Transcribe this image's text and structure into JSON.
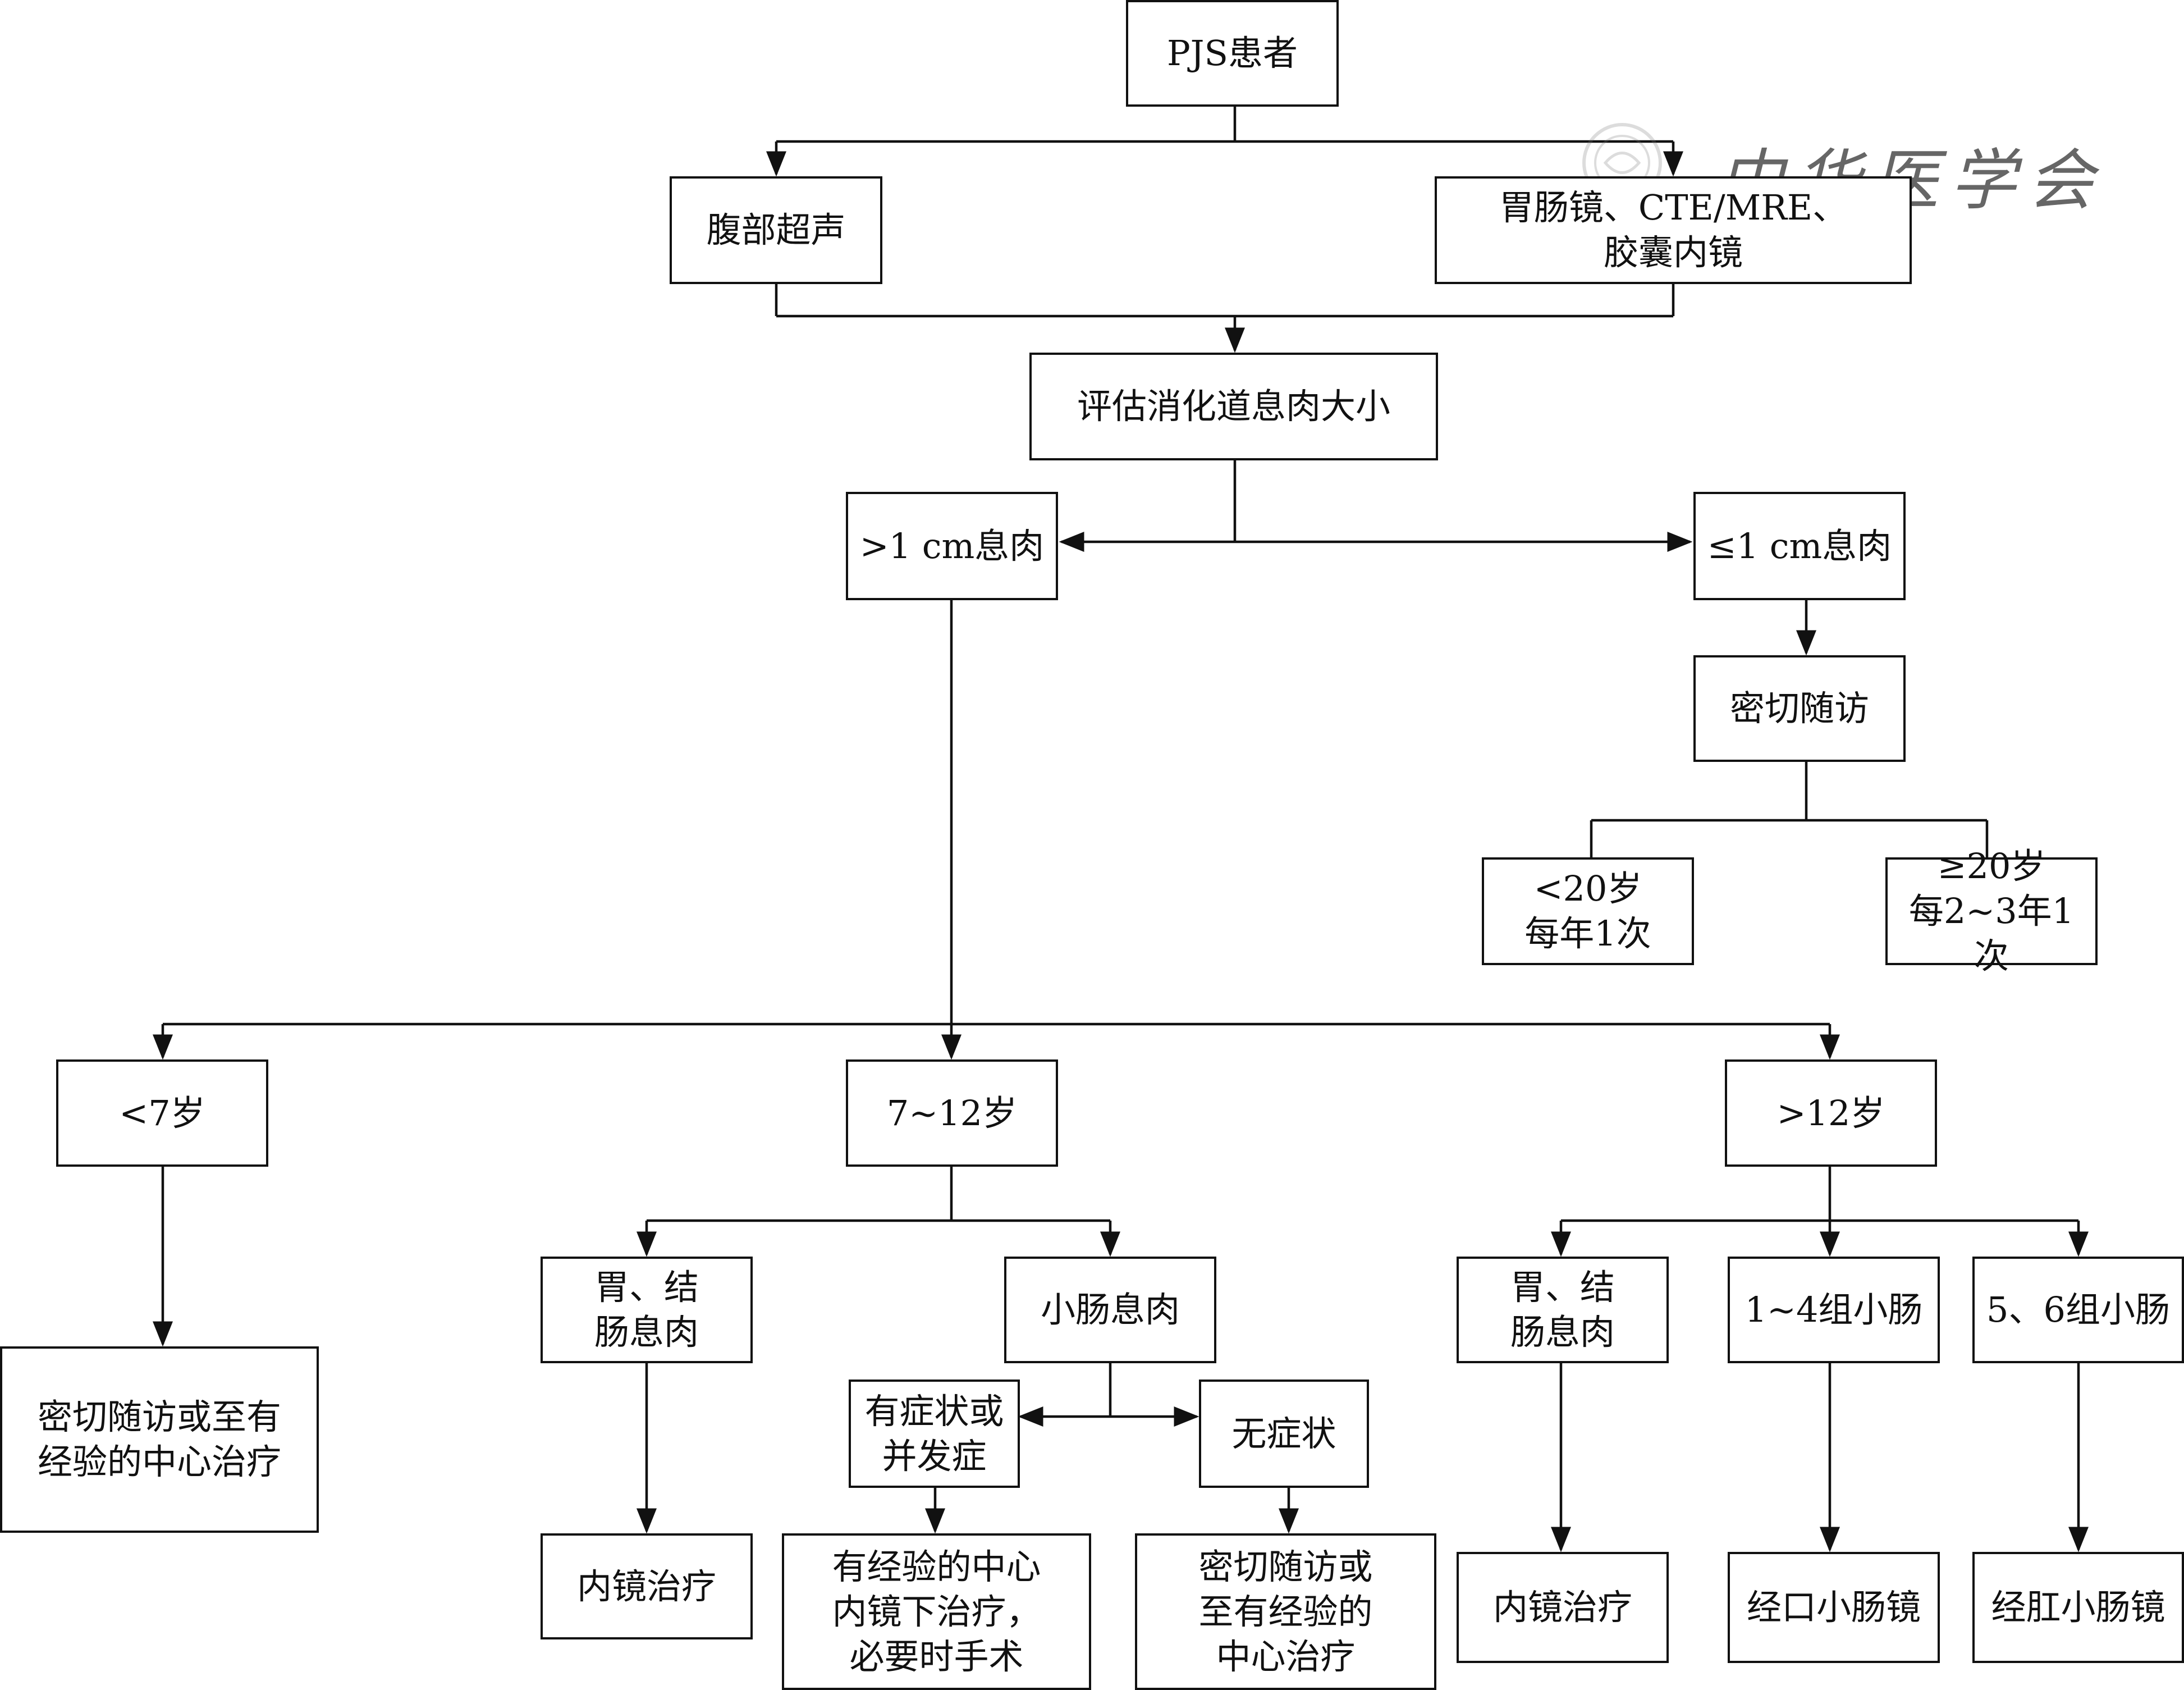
{
  "nodes": {
    "pjs_patient": "PJS患者",
    "abdominal_ultrasound": "腹部超声",
    "endoscopy_line1": "胃肠镜、CTE/MRE、",
    "endoscopy_line2": "胶囊内镜",
    "assess_size": "评估消化道息肉大小",
    "polyp_gt1": ">1 cm息肉",
    "polyp_le1": "≤1 cm息肉",
    "close_followup": "密切随访",
    "lt20_line1": "<20岁",
    "lt20_line2": "每年1次",
    "ge20_line1": "≥20岁",
    "ge20_line2": "每2~3年1次",
    "age_lt7": "<7岁",
    "age_7_12": "7~12岁",
    "age_gt12": ">12岁",
    "lt7_action_line1": "密切随访或至有",
    "lt7_action_line2": "经验的中心治疗",
    "gastro_colon_mid_line1": "胃、结",
    "gastro_colon_mid_line2": "肠息肉",
    "small_bowel_polyp": "小肠息肉",
    "symptomatic_line1": "有症状或",
    "symptomatic_line2": "并发症",
    "asymptomatic": "无症状",
    "endo_treatment_mid": "内镜治疗",
    "center_line1": "有经验的中心",
    "center_line2": "内镜下治疗，",
    "center_line3": "必要时手术",
    "asym_action_line1": "密切随访或",
    "asym_action_line2": "至有经验的",
    "asym_action_line3": "中心治疗",
    "gastro_colon_right_line1": "胃、结",
    "gastro_colon_right_line2": "肠息肉",
    "group_1_4": "1~4组小肠",
    "group_5_6": "5、6组小肠",
    "endo_treatment_right": "内镜治疗",
    "oral_enteroscopy": "经口小肠镜",
    "anal_enteroscopy": "经肛小肠镜"
  },
  "watermark": {
    "text": "中华医学会",
    "color": "#9a9a9a"
  }
}
